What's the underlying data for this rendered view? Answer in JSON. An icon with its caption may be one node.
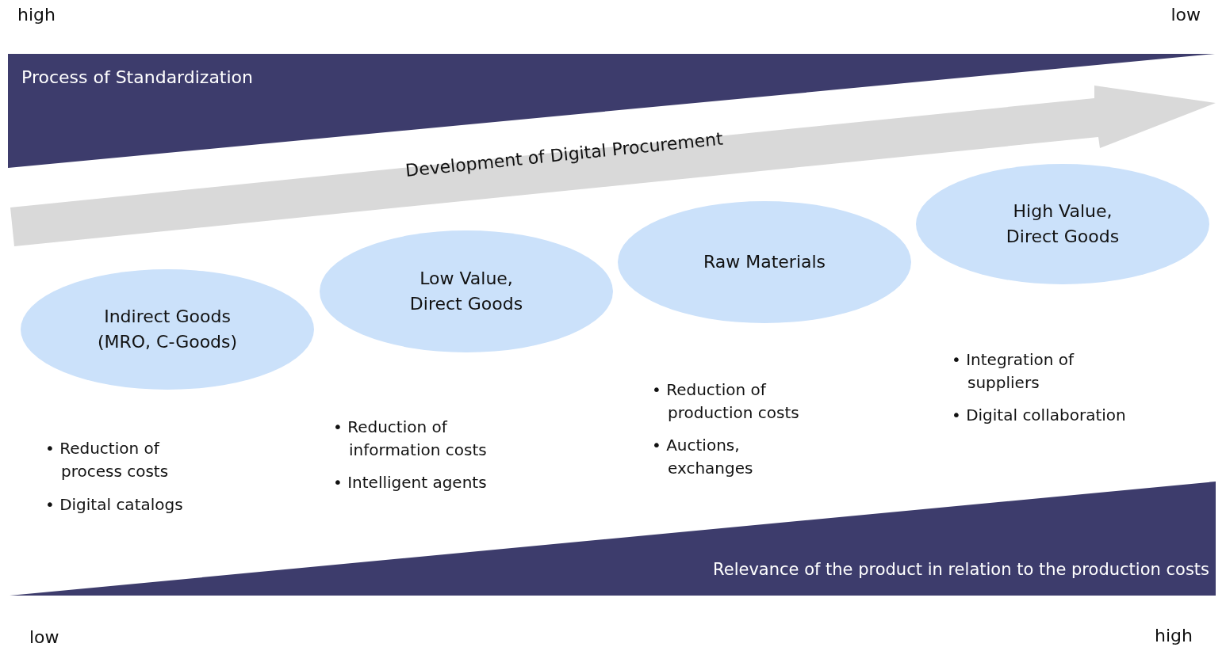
{
  "diagram": {
    "nodes": [
      {
        "text": [
          "Process of Standardization"
        ]
      },
      {
        "text": [
          "Development of Digital Procurement"
        ]
      },
      {
        "text": [
          "Indirect Goods (MRO, C-Goods)"
        ]
      },
      {
        "text": [
          "Low Value, Direct Goods"
        ]
      },
      {
        "text": [
          "Raw Materials"
        ]
      },
      {
        "text": [
          "High Value, Direct Goods"
        ]
      },
      {
        "text": [
          "Relevance of the product in relation to the production costs"
        ]
      }
    ],
    "edges": [],
    "labels": [
      "high",
      "low",
      "• Integration of suppliers",
      "• Reduction of production costs",
      "• Digital collaboration",
      "• Reduction of information costs",
      "• Auctions, exchanges",
      "• Reduction of process costs",
      "• Intelligent agents",
      "• Digital catalogs",
      "low",
      "high"
    ]
  }
}
